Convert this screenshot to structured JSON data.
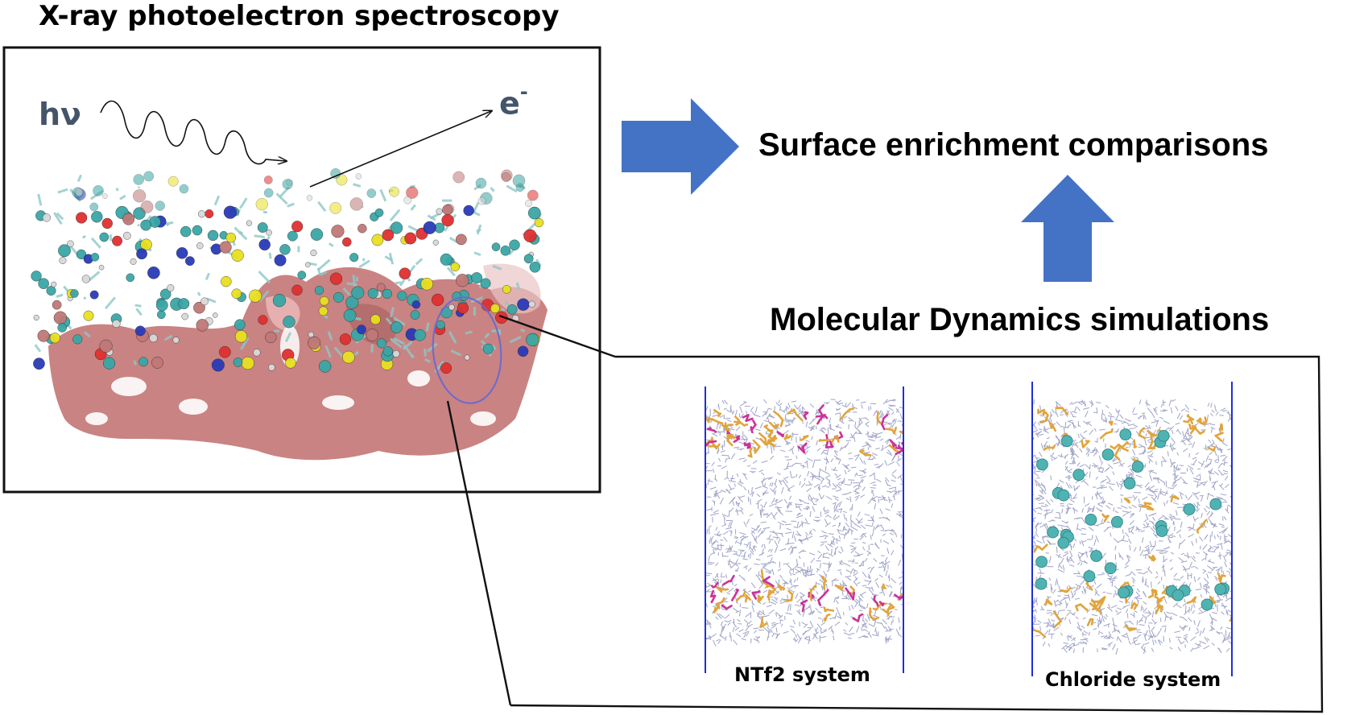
{
  "xps": {
    "title": "X-ray photoelectron spectroscopy",
    "photon_label": "hν",
    "electron_label": "e",
    "electron_charge": "-"
  },
  "result": {
    "label": "Surface enrichment comparisons"
  },
  "md": {
    "label": "Molecular Dynamics simulations",
    "panels": [
      {
        "caption": "NTf2 system"
      },
      {
        "caption": "Chloride system"
      }
    ]
  },
  "colors": {
    "arrow": "#4472c4",
    "text_accent": "#44546a",
    "surface": "#c98383",
    "boundary": "#1f2fd6",
    "cation": "#e2a43a",
    "anion": "#cc3399",
    "chloride": "#4fb3b3",
    "solvent": "#9ea3c6"
  }
}
